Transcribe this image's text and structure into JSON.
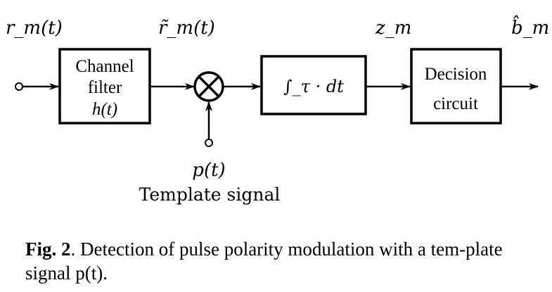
{
  "signals": {
    "input": "r_m(t)",
    "filtered": "r̃_m(t)",
    "integrator_out": "z_m",
    "output": "b̂_m"
  },
  "blocks": {
    "channel_filter": [
      "Channel",
      "filter",
      "h(t)"
    ],
    "integrator": "∫_τ · dt",
    "decision": [
      "Decision",
      "circuit"
    ],
    "multiplier": "⊗"
  },
  "template": {
    "symbol": "p(t)",
    "label": "Template signal"
  },
  "caption": {
    "fig": "Fig. 2",
    "text": ". Detection of pulse polarity modulation with a tem-plate signal p(t)."
  }
}
